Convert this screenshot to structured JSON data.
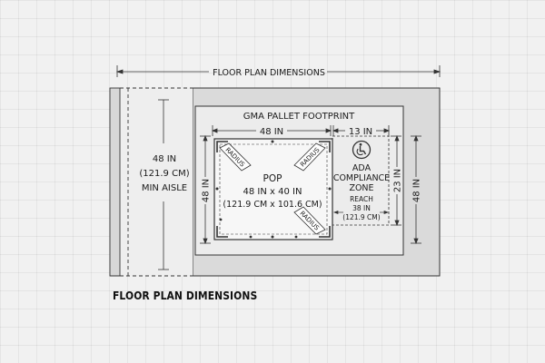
{
  "diagram": {
    "top_title": "FLOOR PLAN DIMENSIONS",
    "caption": "FLOOR PLAN DIMENSIONS",
    "aisle": {
      "line1": "48 IN",
      "line2": "(121.9 CM)",
      "line3": "MIN AISLE"
    },
    "pallet": {
      "title": "GMA PALLET FOOTPRINT",
      "width_label": "48 IN",
      "depth_label": "48 IN",
      "ada_width_label": "13 IN",
      "ada_depth_label": "23 IN",
      "outer_depth_label": "48 IN"
    },
    "pop": {
      "line1": "POP",
      "line2": "48 IN x 40 IN",
      "line3": "(121.9 CM x 101.6 CM)",
      "radius_label": "RADIUS"
    },
    "ada": {
      "line1": "ADA",
      "line2": "COMPLIANCE",
      "line3": "ZONE",
      "reach_line1": "REACH",
      "reach_line2": "38 IN",
      "reach_line3": "(121.9 CM)",
      "icon": "wheelchair-icon"
    },
    "colors": {
      "line": "#333333",
      "floor": "#d9d9d9",
      "pallet": "#ececec",
      "background": "#f1f1f1"
    }
  }
}
